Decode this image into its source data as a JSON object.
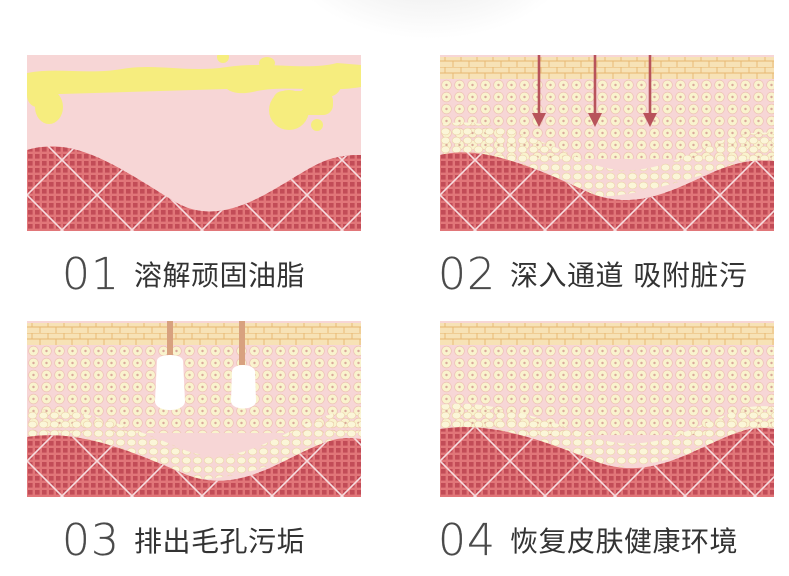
{
  "steps": [
    {
      "number": "01",
      "label": "溶解顽固油脂"
    },
    {
      "number": "02",
      "label": "深入通道 吸附脏污"
    },
    {
      "number": "03",
      "label": "排出毛孔污垢"
    },
    {
      "number": "04",
      "label": "恢复皮肤健康环境"
    }
  ],
  "colors": {
    "dermis": "#e0757a",
    "dermis_dot": "#bd4b56",
    "skin_pink": "#f7d5d6",
    "cell_cream": "#f9f3cd",
    "surface_band": "#f6dfb0",
    "oil_yellow": "#f6ed7e",
    "arrow": "#c2555d"
  }
}
